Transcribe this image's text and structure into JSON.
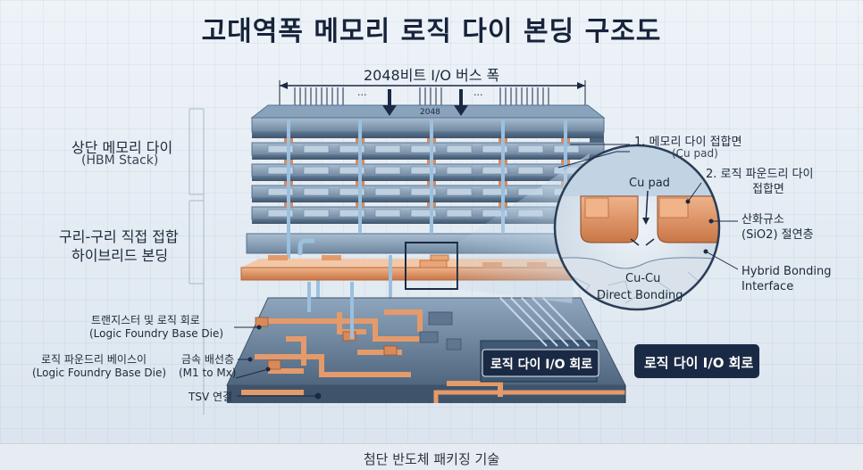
{
  "title": "고대역폭 메모리 로직 다이 본딩 구조도",
  "bus_width": "2048비트 I/O 버스 폭",
  "bus_number": "2048",
  "bus_dots": "...",
  "left_labels": {
    "upper_memory": "상단 메모리 다이",
    "hbm_stack": "(HBM Stack)",
    "cu_bond_1": "구리-구리 직접 접합",
    "cu_bond_2": "하이브리드 본딩",
    "transistor": "트랜지스터 및 로직 회로",
    "logic_base_1": "(Logic Foundry Base Die)",
    "foundry_base": "로직 파운드리 베이스이",
    "logic_base_2": "(Logic Foundry Base Die)",
    "metal_layer": "금속 배선층",
    "metal_range": "(M1 to Mx)",
    "tsv": "TSV 연결"
  },
  "right_labels": {
    "item1": "1. 메모리 다이 접합면",
    "item1_sub": "(Cu pad)",
    "item2": "2. 로직 파운드리 다이",
    "item2_sub": "접합면",
    "oxide": "산화규소",
    "oxide_sub": "(SiO2) 절연층",
    "hybrid": "Hybrid Bonding",
    "hybrid_sub": "Interface"
  },
  "zoom": {
    "cu_pad": "Cu pad",
    "cucu": "Cu-Cu",
    "direct": "Direct Bonding"
  },
  "io_labels": {
    "io_inner": "로직 다이 I/O 회로",
    "io_outer": "로직 다이 I/O 회로"
  },
  "footer": "첨단 반도체 패키징 기술",
  "colors": {
    "copper": "#d98a5a",
    "steel": "#7c95b0",
    "navy": "#1b2a44",
    "tsv_blue": "#8fb6d6"
  }
}
